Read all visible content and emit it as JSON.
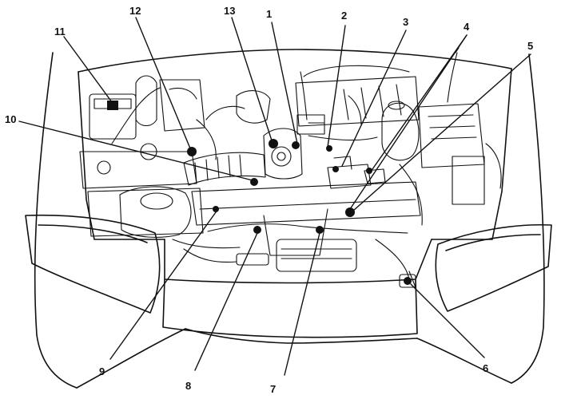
{
  "callouts": [
    {
      "label": "1"
    },
    {
      "label": "2"
    },
    {
      "label": "3"
    },
    {
      "label": "4"
    },
    {
      "label": "5"
    },
    {
      "label": "6"
    },
    {
      "label": "7"
    },
    {
      "label": "8"
    },
    {
      "label": "9"
    },
    {
      "label": "10"
    },
    {
      "label": "11"
    },
    {
      "label": "12"
    },
    {
      "label": "13"
    }
  ],
  "colors": {
    "ink": "#111111",
    "paper": "#ffffff"
  }
}
